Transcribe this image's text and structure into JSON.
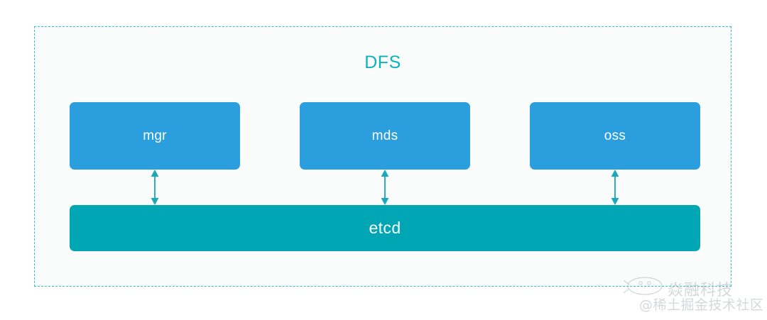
{
  "diagram": {
    "title": "DFS",
    "title_color": "#0bb3bd",
    "container_border_color": "#2fc1cc",
    "container_fill": "#fafbfb",
    "page_background": "#ffffff",
    "services": [
      {
        "label": "mgr",
        "color": "#2b9fdd"
      },
      {
        "label": "mds",
        "color": "#2b9fdd"
      },
      {
        "label": "oss",
        "color": "#2b9fdd"
      }
    ],
    "store": {
      "label": "etcd",
      "color": "#00a6b4"
    },
    "connectors": {
      "style": "double-headed-arrow",
      "color": "#17a9b8",
      "links": [
        {
          "from": "mgr",
          "to": "etcd"
        },
        {
          "from": "mds",
          "to": "etcd"
        },
        {
          "from": "oss",
          "to": "etcd"
        }
      ]
    }
  },
  "watermark": {
    "brand": "焱融科技",
    "community": "@稀土掘金技术社区",
    "color": "#9aa3a8"
  }
}
